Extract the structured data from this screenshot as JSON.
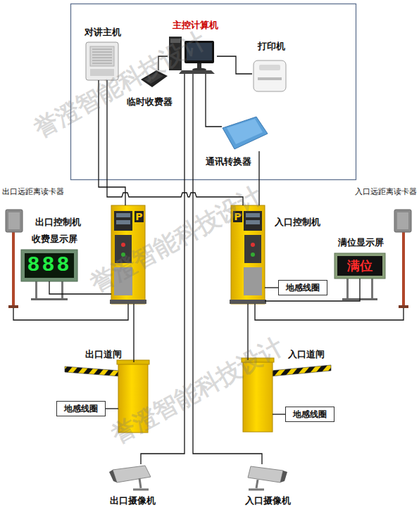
{
  "diagram": {
    "nodes": [
      {
        "text": [
          "对讲主机"
        ]
      },
      {
        "text": [
          "主控计算机"
        ]
      },
      {
        "text": [
          "打印机"
        ]
      },
      {
        "text": [
          "临时收费器"
        ]
      },
      {
        "text": [
          "通讯转换器"
        ]
      },
      {
        "text": [
          "出口远距离读卡器"
        ]
      },
      {
        "text": [
          "入口远距离读卡器"
        ]
      },
      {
        "text": [
          "出口控制机"
        ]
      },
      {
        "text": [
          "收费显示屏",
          "888"
        ]
      },
      {
        "text": [
          "入口控制机"
        ]
      },
      {
        "text": [
          "满位显示屏",
          "满位"
        ]
      },
      {
        "text": [
          "地感线圈"
        ]
      },
      {
        "text": [
          "出口道闸"
        ]
      },
      {
        "text": [
          "入口道闸"
        ]
      },
      {
        "text": [
          "地感线圈"
        ]
      },
      {
        "text": [
          "地感线圈"
        ]
      },
      {
        "text": [
          "出口摄像机"
        ]
      },
      {
        "text": [
          "入口摄像机"
        ]
      }
    ],
    "edges": [
      {
        "from": 1,
        "to": 2,
        "arrow": "none"
      },
      {
        "from": 3,
        "to": 1,
        "arrow": "none"
      },
      {
        "from": 1,
        "to": 4,
        "arrow": "none"
      },
      {
        "from": 4,
        "to": 9,
        "arrow": "none"
      },
      {
        "from": 0,
        "to": 7,
        "arrow": "none"
      },
      {
        "from": 0,
        "to": 9,
        "arrow": "none"
      },
      {
        "from": 1,
        "to": 16,
        "arrow": "none"
      },
      {
        "from": 1,
        "to": 17,
        "arrow": "none"
      },
      {
        "from": 5,
        "to": 7,
        "arrow": "none"
      },
      {
        "from": 8,
        "to": 7,
        "arrow": "none"
      },
      {
        "from": 7,
        "to": 12,
        "arrow": "none"
      },
      {
        "from": 6,
        "to": 9,
        "arrow": "none"
      },
      {
        "from": 10,
        "to": 9,
        "arrow": "none"
      },
      {
        "from": 9,
        "to": 13,
        "arrow": "none"
      },
      {
        "from": 11,
        "to": 9,
        "arrow": "none"
      },
      {
        "from": 14,
        "to": 12,
        "arrow": "none"
      },
      {
        "from": 15,
        "to": 13,
        "arrow": "none"
      }
    ],
    "labels": [
      "誉澄智能科技设计",
      "P",
      "P",
      "誉澄智能科技设计",
      "誉澄智能科技设计"
    ]
  }
}
